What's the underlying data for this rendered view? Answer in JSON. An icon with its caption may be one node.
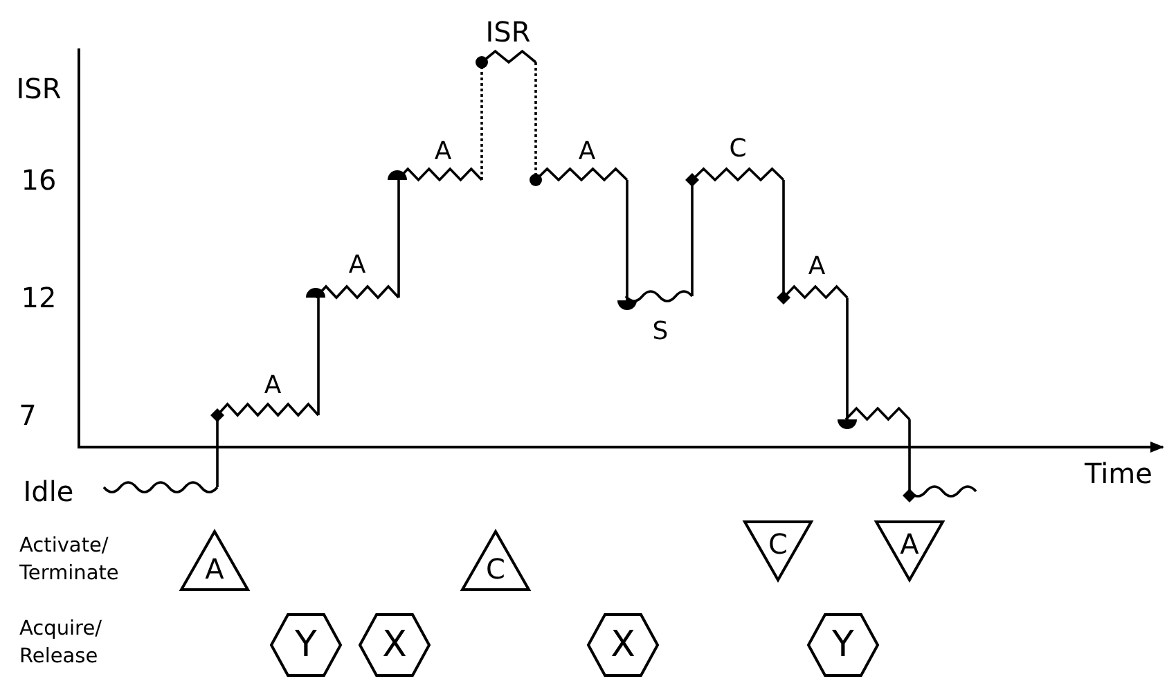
{
  "diagram": {
    "nodes": [
      {
        "text": [
          "A"
        ]
      },
      {
        "text": [
          "C"
        ]
      },
      {
        "text": [
          "C"
        ]
      },
      {
        "text": [
          "A"
        ]
      },
      {
        "text": [
          "Y"
        ]
      },
      {
        "text": [
          "X"
        ]
      },
      {
        "text": [
          "X"
        ]
      },
      {
        "text": [
          "Y"
        ]
      }
    ],
    "edges": [],
    "labels": [
      "ISR",
      "ISR",
      "A",
      "A",
      "C",
      "16",
      "A",
      "12",
      "A",
      "S",
      "A",
      "7",
      "Time",
      "Idle",
      "Activate/ Terminate",
      "Acquire/ Release"
    ]
  }
}
